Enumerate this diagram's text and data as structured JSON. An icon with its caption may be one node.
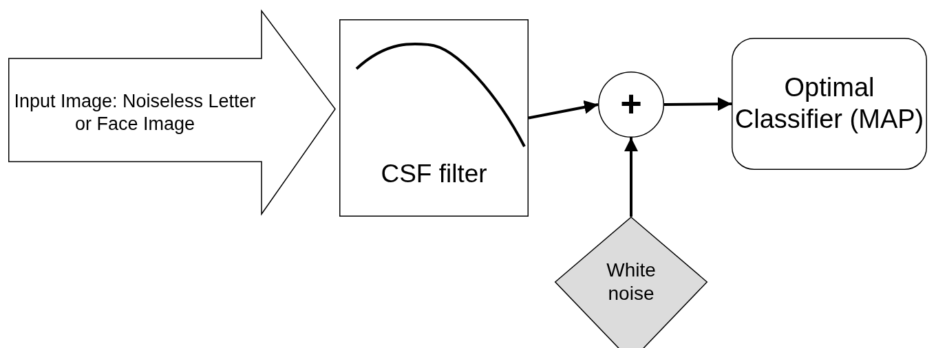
{
  "diagram": {
    "nodes": [
      {
        "text": [
          "Input Image: Noiseless Letter or Face Image"
        ]
      },
      {
        "text": [
          "CSF filter"
        ]
      },
      {
        "text": [
          "+"
        ]
      },
      {
        "text": [
          "Optimal Classifier (MAP)"
        ]
      },
      {
        "text": [
          "White noise"
        ]
      }
    ],
    "edges": [
      {
        "from": 1,
        "to": 2,
        "arrow": "to"
      },
      {
        "from": 2,
        "to": 3,
        "arrow": "to"
      },
      {
        "from": 4,
        "to": 2,
        "arrow": "to"
      }
    ]
  }
}
